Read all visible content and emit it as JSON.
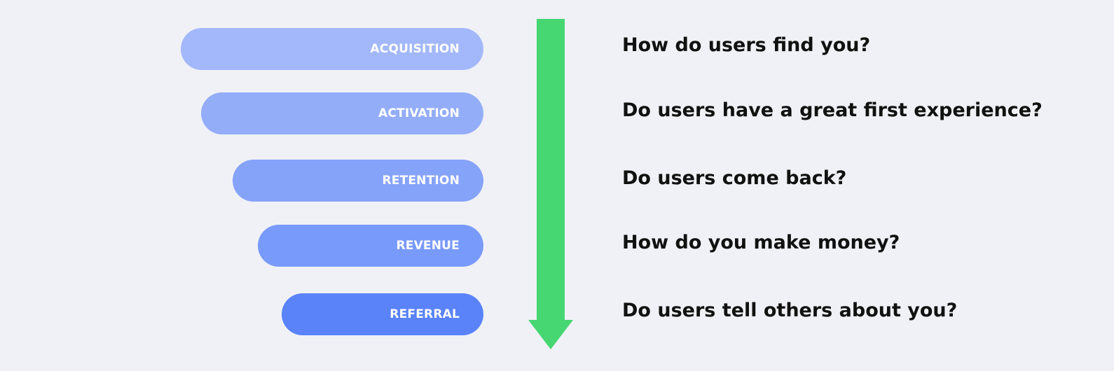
{
  "stages": [
    {
      "label": "ACQUISITION",
      "question": "How do users find you?",
      "color": "#a3b8fa"
    },
    {
      "label": "ACTIVATION",
      "question": "Do users have a great first experience?",
      "color": "#94adf9"
    },
    {
      "label": "RETENTION",
      "question": "Do users come back?",
      "color": "#86a3fa"
    },
    {
      "label": "REVENUE",
      "question": "How do you make money?",
      "color": "#789afa"
    },
    {
      "label": "REFERRAL",
      "question": "Do users tell others about you?",
      "color": "#5a83fa"
    }
  ],
  "arrow": {
    "color": "#46d672",
    "direction": "down"
  }
}
